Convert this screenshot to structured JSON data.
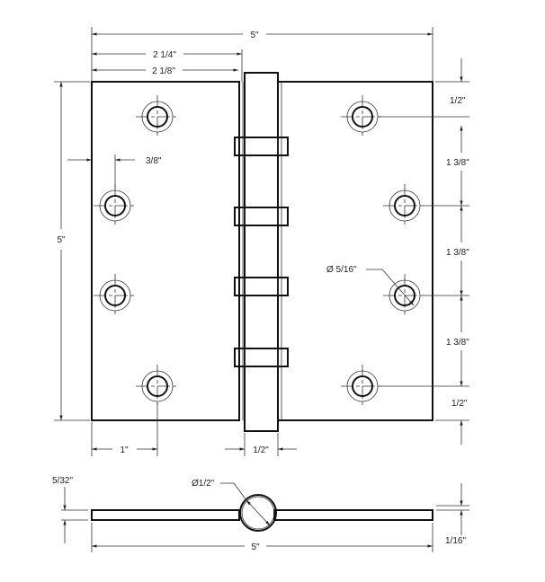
{
  "drawing": {
    "front_view": {
      "overall_width": "5\"",
      "leaf_width_outer": "2 1/4\"",
      "leaf_width_inner": "2 1/8\"",
      "overall_height": "5\"",
      "hole_edge_offset": "3/8\"",
      "hole_spacing_top": "1/2\"",
      "hole_spacing_1": "1 3/8\"",
      "hole_spacing_2": "1 3/8\"",
      "hole_spacing_3": "1 3/8\"",
      "hole_spacing_bottom": "1/2\"",
      "hole_diameter": "Ø 5/16\"",
      "hole_column_offset": "1\"",
      "knuckle_width": "1/2\""
    },
    "side_view": {
      "knuckle_height": "5/32\"",
      "barrel_diameter": "Ø1/2\"",
      "leaf_thickness": "1/16\"",
      "overall_width": "5\""
    }
  }
}
